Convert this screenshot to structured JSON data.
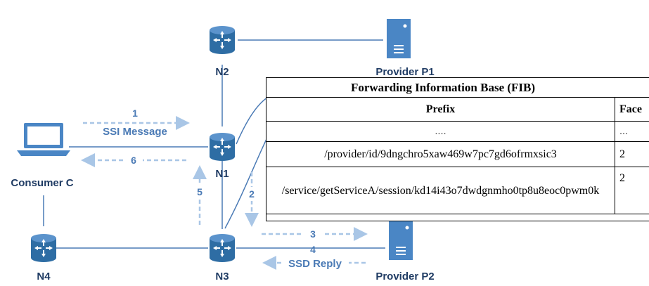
{
  "nodes": {
    "n1": "N1",
    "n2": "N2",
    "n3": "N3",
    "n4": "N4",
    "consumer": "Consumer C",
    "provider_p1": "Provider P1",
    "provider_p2": "Provider P2"
  },
  "steps": {
    "s1": "1",
    "s2": "2",
    "s3": "3",
    "s4": "4",
    "s5": "5",
    "s6": "6"
  },
  "messages": {
    "ssi": "SSI Message",
    "ssd": "SSD Reply"
  },
  "fib": {
    "title": "Forwarding Information Base (FIB)",
    "headers": {
      "prefix": "Prefix",
      "face": "Face"
    },
    "rows": [
      {
        "prefix": "....",
        "face": "..."
      },
      {
        "prefix": "/provider/id/9dngchro5xaw469w7pc7gd6ofrmxsic3",
        "face": "2"
      },
      {
        "prefix": "/service/getServiceA/session/kd14i43o7dwdgnmho0tp8u8eoc0pwm0k",
        "face": "2"
      }
    ]
  },
  "colors": {
    "router_fill": "#2e6da4",
    "line": "#4a7ab5",
    "dashed_arrow": "#a9c6e6",
    "label": "#1f3b63"
  }
}
